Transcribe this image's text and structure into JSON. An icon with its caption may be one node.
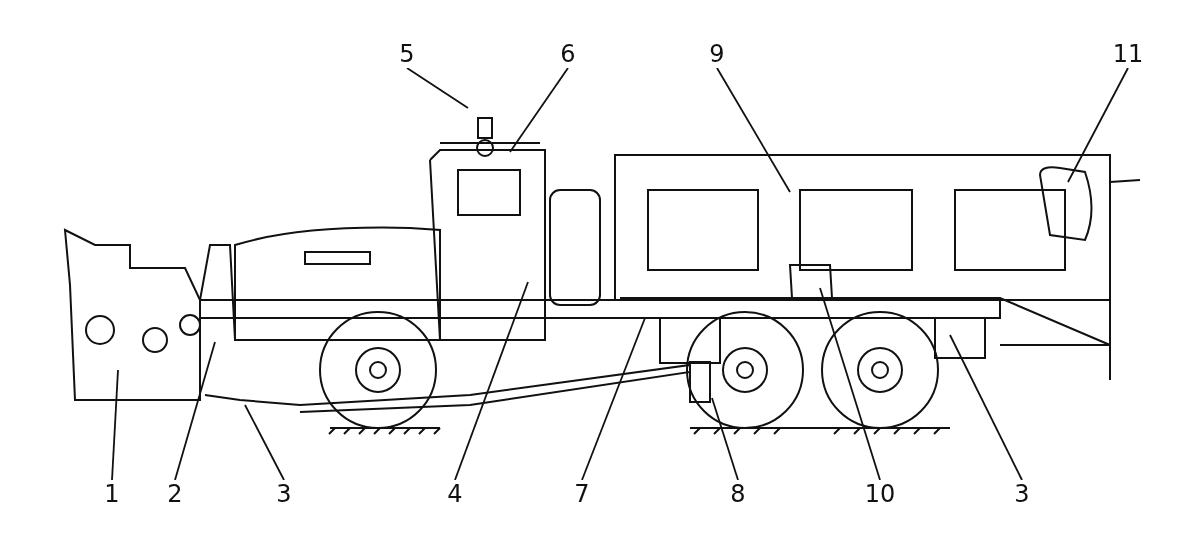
{
  "diagram": {
    "nodes": [
      {
        "text": [
          "5"
        ]
      },
      {
        "text": [
          "6"
        ]
      },
      {
        "text": [
          "9"
        ]
      },
      {
        "text": [
          "11"
        ]
      },
      {
        "text": [
          "1"
        ]
      },
      {
        "text": [
          "2"
        ]
      },
      {
        "text": [
          "3"
        ]
      },
      {
        "text": [
          "4"
        ]
      },
      {
        "text": [
          "7"
        ]
      },
      {
        "text": [
          "8"
        ]
      },
      {
        "text": [
          "10"
        ]
      },
      {
        "text": [
          "3"
        ]
      }
    ],
    "edges": [
      {
        "from": 0,
        "to": null,
        "arrow": "none"
      },
      {
        "from": 1,
        "to": null,
        "arrow": "none"
      },
      {
        "from": 2,
        "to": null,
        "arrow": "none"
      },
      {
        "from": 3,
        "to": null,
        "arrow": "none"
      },
      {
        "from": 4,
        "to": null,
        "arrow": "none"
      },
      {
        "from": 5,
        "to": null,
        "arrow": "none"
      },
      {
        "from": 6,
        "to": null,
        "arrow": "none"
      },
      {
        "from": 7,
        "to": null,
        "arrow": "none"
      },
      {
        "from": 8,
        "to": null,
        "arrow": "none"
      },
      {
        "from": 9,
        "to": null,
        "arrow": "none"
      },
      {
        "from": 10,
        "to": null,
        "arrow": "none"
      },
      {
        "from": 11,
        "to": null,
        "arrow": "none"
      }
    ]
  }
}
